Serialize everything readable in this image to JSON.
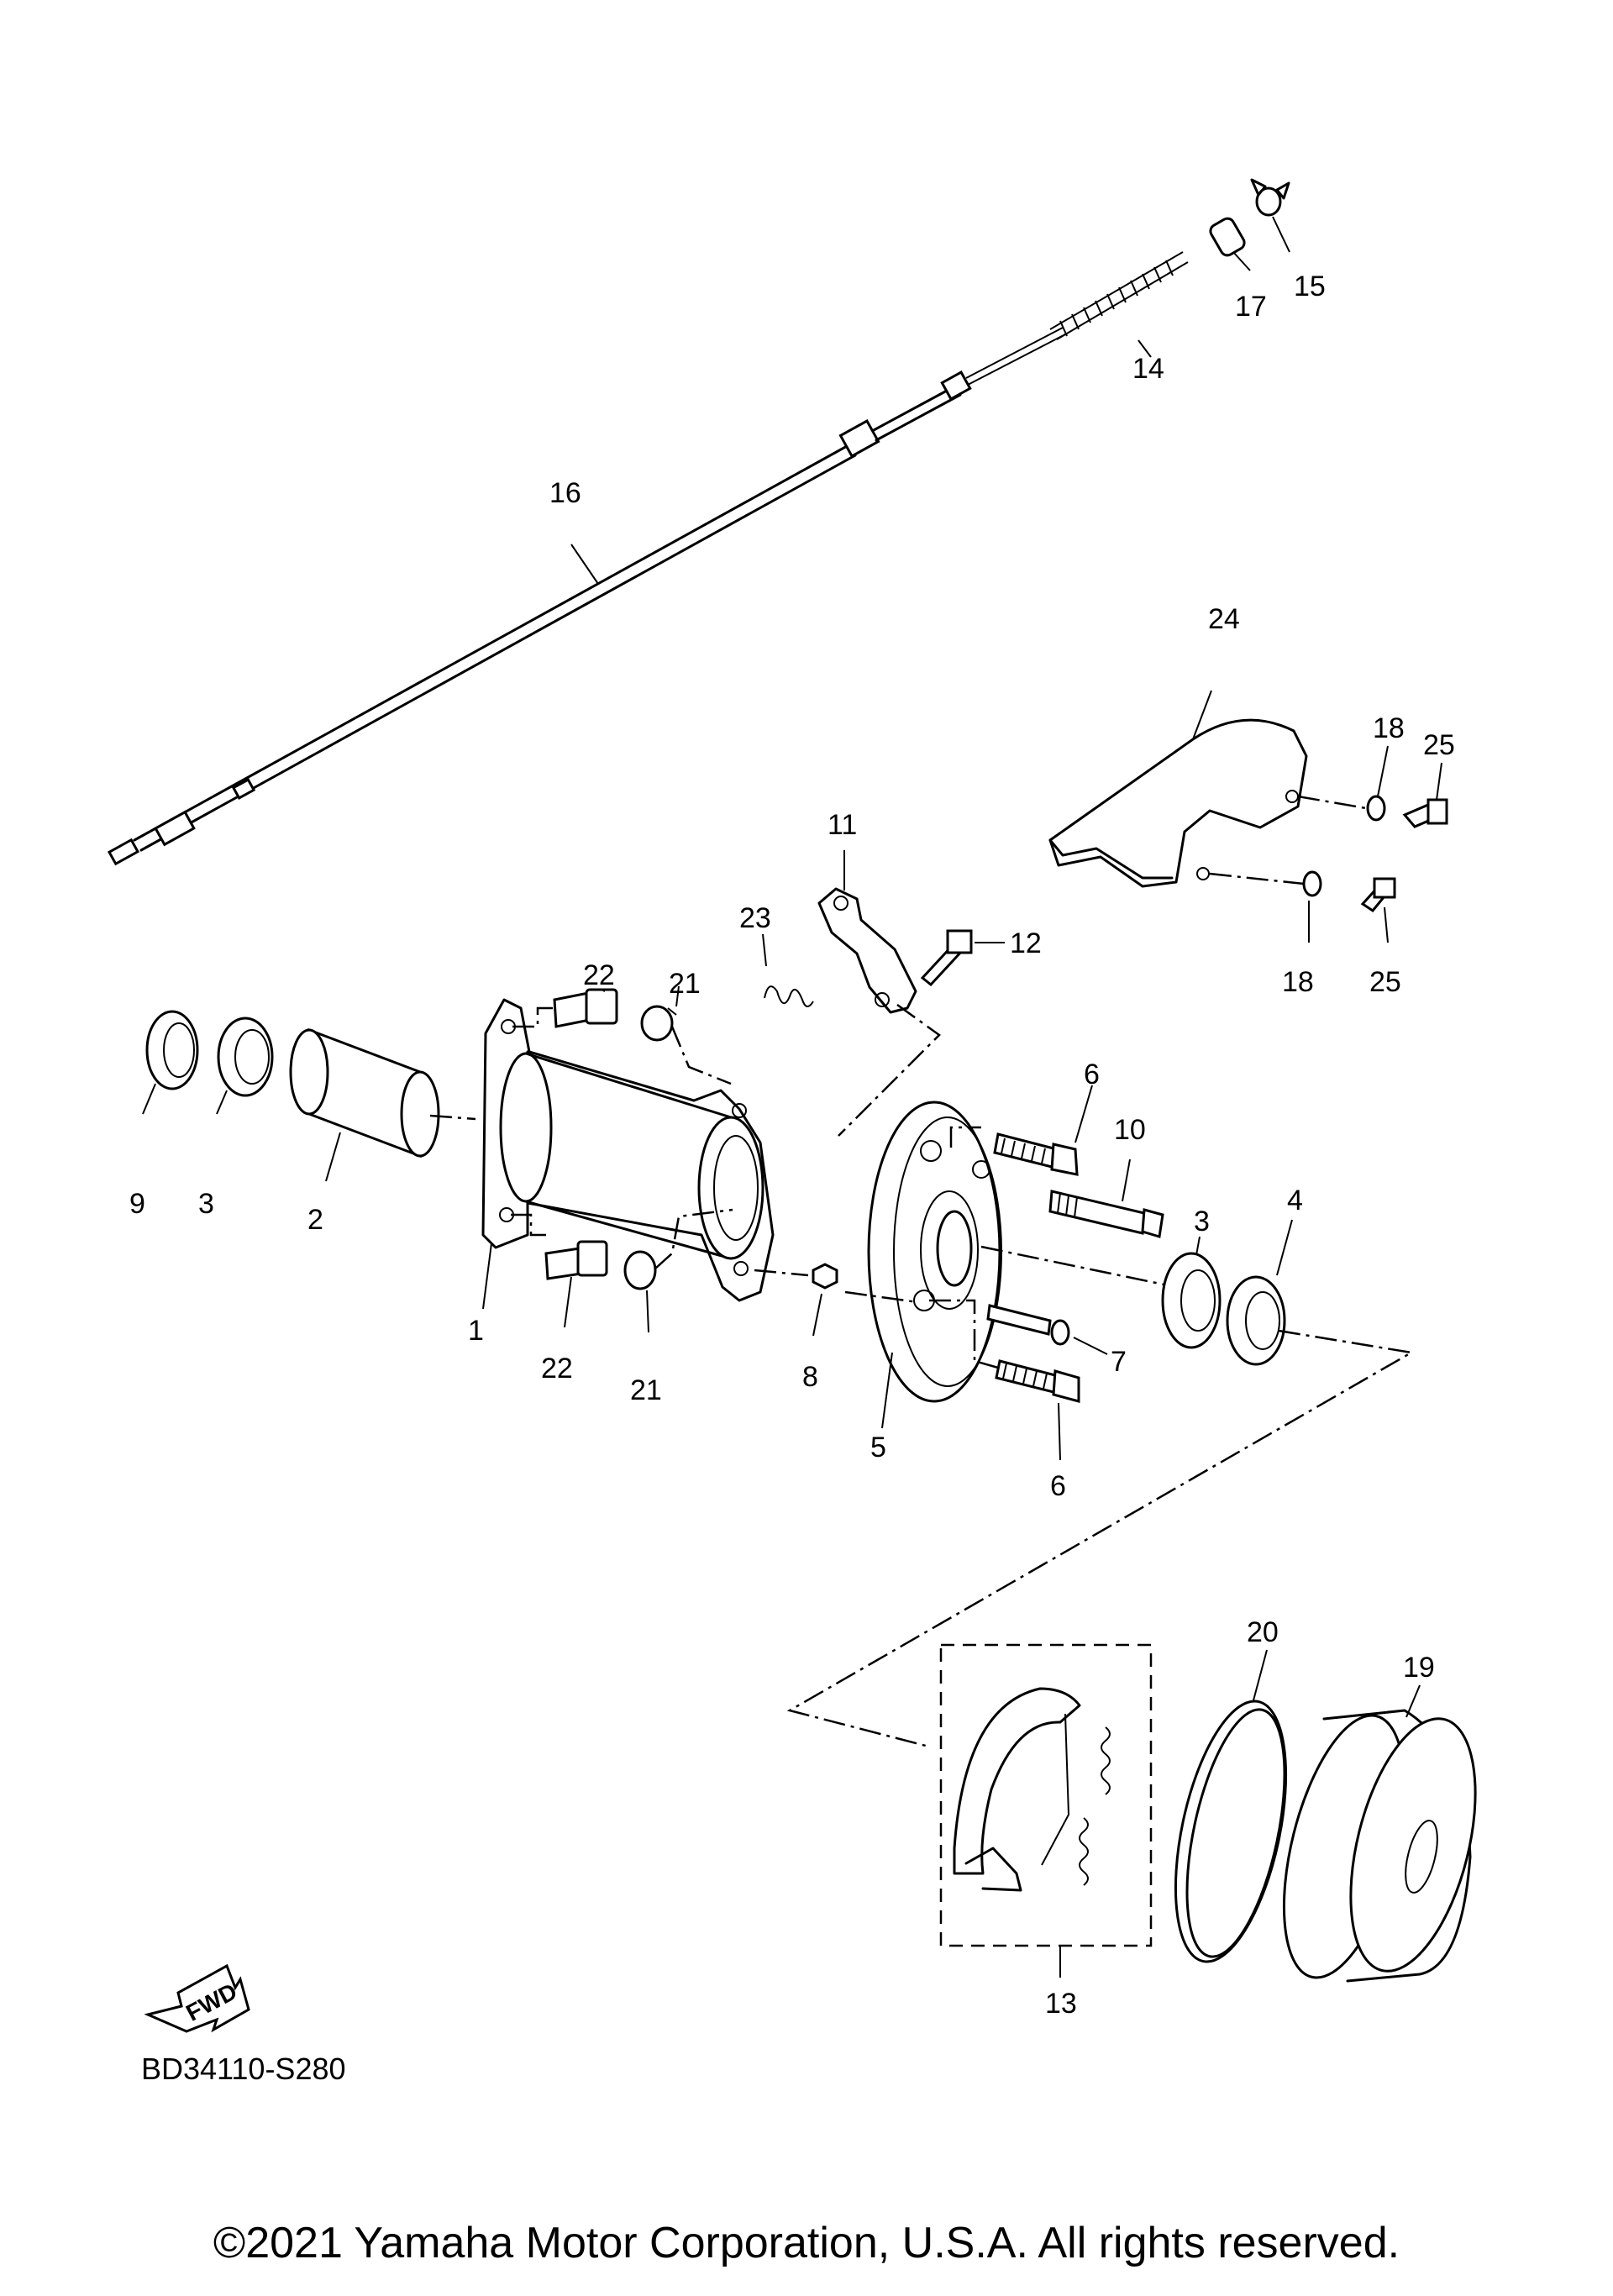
{
  "diagram": {
    "callouts": [
      {
        "id": "1",
        "text": "1"
      },
      {
        "id": "2",
        "text": "2"
      },
      {
        "id": "3a",
        "text": "3"
      },
      {
        "id": "3b",
        "text": "3"
      },
      {
        "id": "4",
        "text": "4"
      },
      {
        "id": "5",
        "text": "5"
      },
      {
        "id": "6a",
        "text": "6"
      },
      {
        "id": "6b",
        "text": "6"
      },
      {
        "id": "7",
        "text": "7"
      },
      {
        "id": "8",
        "text": "8"
      },
      {
        "id": "9",
        "text": "9"
      },
      {
        "id": "10",
        "text": "10"
      },
      {
        "id": "11",
        "text": "11"
      },
      {
        "id": "12",
        "text": "12"
      },
      {
        "id": "13",
        "text": "13"
      },
      {
        "id": "14",
        "text": "14"
      },
      {
        "id": "15",
        "text": "15"
      },
      {
        "id": "16",
        "text": "16"
      },
      {
        "id": "17",
        "text": "17"
      },
      {
        "id": "18a",
        "text": "18"
      },
      {
        "id": "18b",
        "text": "18"
      },
      {
        "id": "19",
        "text": "19"
      },
      {
        "id": "20",
        "text": "20"
      },
      {
        "id": "21a",
        "text": "21"
      },
      {
        "id": "21b",
        "text": "21"
      },
      {
        "id": "22a",
        "text": "22"
      },
      {
        "id": "22b",
        "text": "22"
      },
      {
        "id": "23",
        "text": "23"
      },
      {
        "id": "24",
        "text": "24"
      },
      {
        "id": "25a",
        "text": "25"
      },
      {
        "id": "25b",
        "text": "25"
      }
    ],
    "fwd_label": "FWD",
    "code": "BD34110-S280"
  },
  "footer": {
    "copyright": "©2021 Yamaha Motor Corporation, U.S.A. All rights reserved."
  }
}
